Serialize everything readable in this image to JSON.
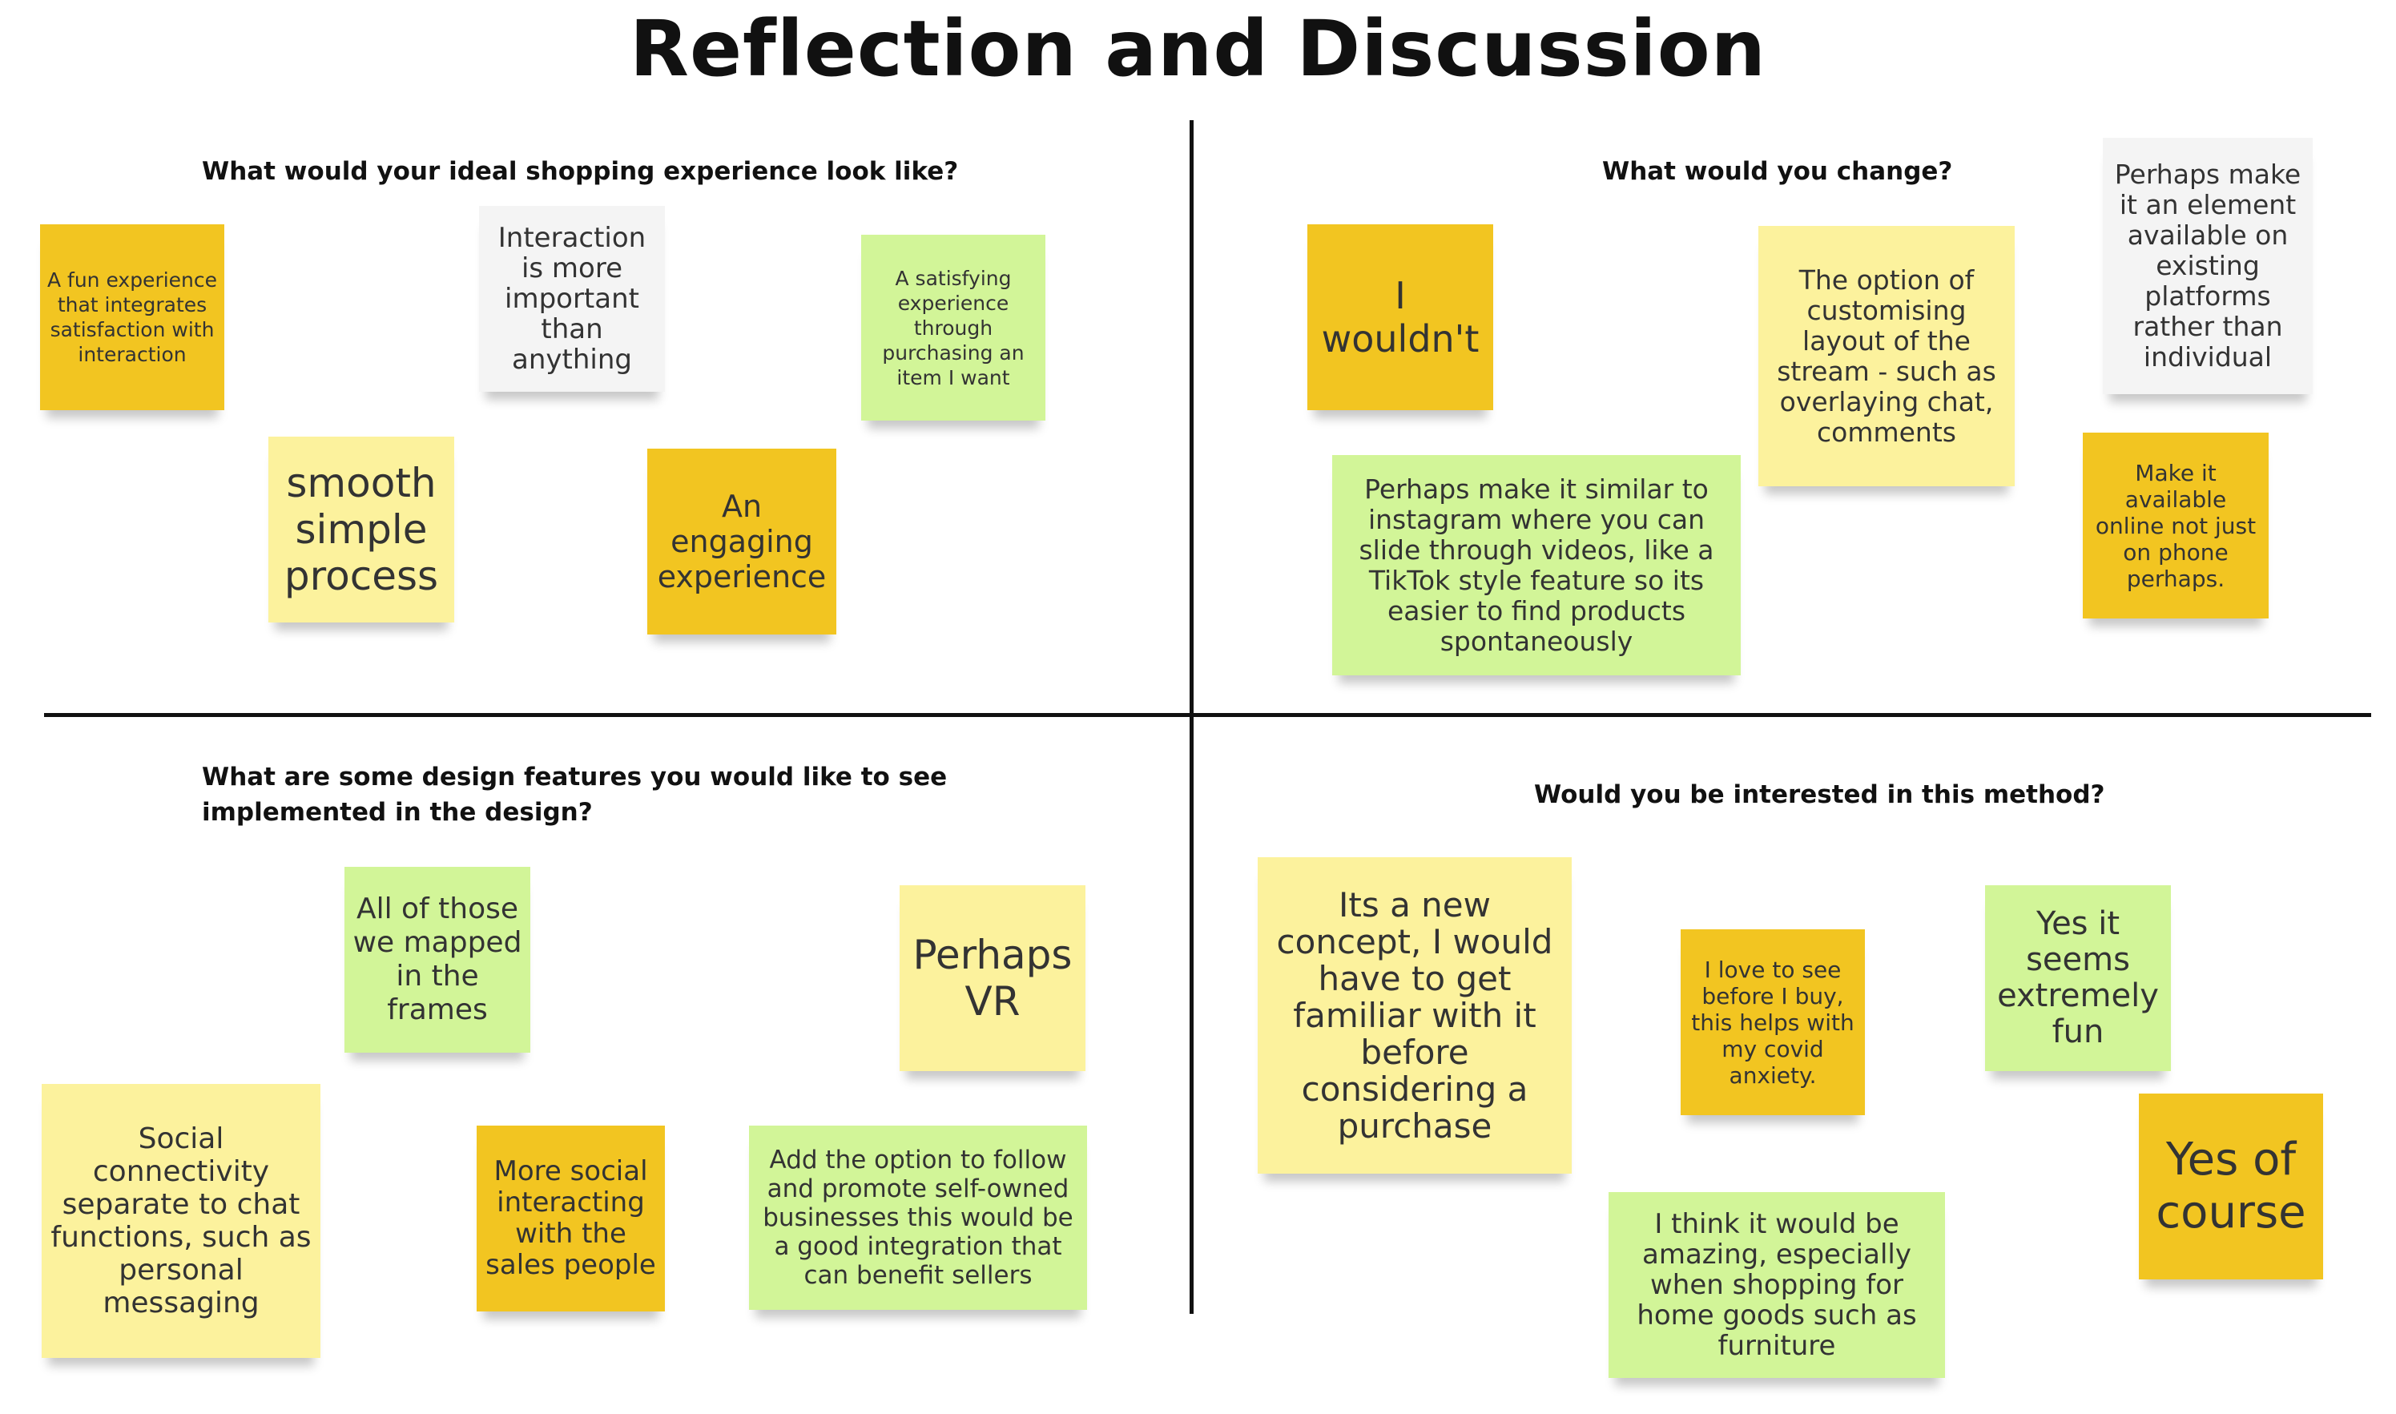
{
  "title": "Reflection and Discussion",
  "questions": {
    "q1": "What would your ideal shopping experience look like?",
    "q2": "What would you change?",
    "q3": "What are some design features you would like to see implemented in the design?",
    "q4": "Would you be interested in this method?"
  },
  "notes": {
    "q1": {
      "fun_experience": "A fun experience that integrates satisfaction with interaction",
      "interaction": "Interaction is more important than anything",
      "satisfying": "A satisfying experience through purchasing an item I want",
      "smooth": "smooth simple process",
      "engaging": "An engaging experience"
    },
    "q2": {
      "wouldnt": "I wouldn't",
      "customising": "The option of customising layout of the stream - such as overlaying chat, comments",
      "element": "Perhaps make it an element available on existing platforms rather than individual",
      "instagram": "Perhaps make it similar to instagram where you can slide through videos, like a TikTok style feature so its easier to find products spontaneously",
      "online": "Make it available online not just on phone perhaps."
    },
    "q3": {
      "frames": "All of those we mapped in the frames",
      "vr": "Perhaps VR",
      "social": "Social connectivity separate to chat functions, such as personal messaging",
      "sales": "More social interacting with the sales people",
      "follow": "Add the option to follow and promote self-owned businesses this would be a good integration that can benefit sellers"
    },
    "q4": {
      "new_concept": "Its a new concept, I would have to get familiar with it before considering a purchase",
      "love_to_see": "I love to see before I buy, this helps with my covid anxiety.",
      "yes_fun": "Yes it seems extremely fun",
      "yes_course": "Yes of course",
      "amazing": "I think it would be amazing, especially when shopping for home goods such as furniture"
    }
  },
  "colors": {
    "amber": "#f2c521",
    "lemon": "#fcf29d",
    "lime": "#d2f598",
    "grey": "#f4f4f4"
  }
}
